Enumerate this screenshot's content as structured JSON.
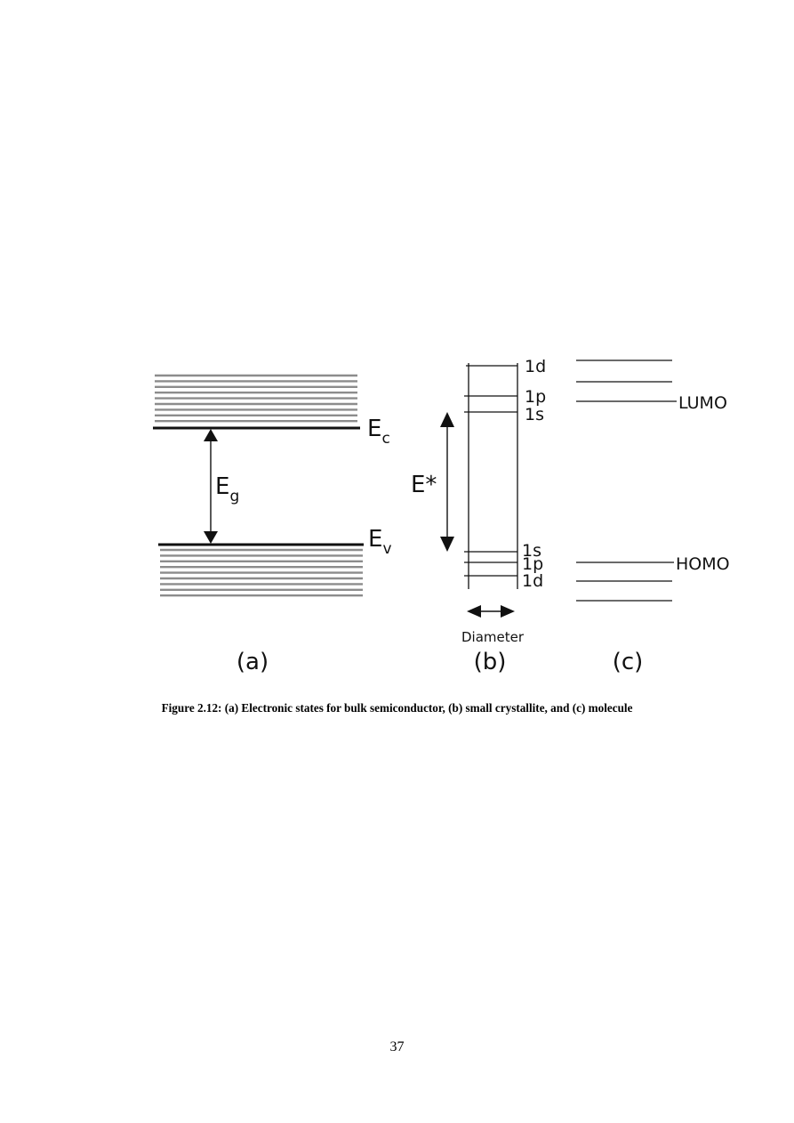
{
  "figure": {
    "panel_a": {
      "label": "(a)",
      "ec_main": "E",
      "ec_sub": "c",
      "ev_main": "E",
      "ev_sub": "v",
      "eg_main": "E",
      "eg_sub": "g"
    },
    "panel_b": {
      "label": "(b)",
      "upper_levels": [
        "1d",
        "1p",
        "1s"
      ],
      "lower_levels": [
        "1s",
        "1p",
        "1d"
      ],
      "energy_label": "E*",
      "diameter_label": "Diameter"
    },
    "panel_c": {
      "label": "(c)",
      "lumo_label": "LUMO",
      "homo_label": "HOMO"
    }
  },
  "caption": "Figure 2.12: (a) Electronic states for bulk semiconductor, (b) small crystallite, and (c) molecule",
  "page_number": "37",
  "colors": {
    "lines": "#111111",
    "bands": "#8c8c8c"
  }
}
